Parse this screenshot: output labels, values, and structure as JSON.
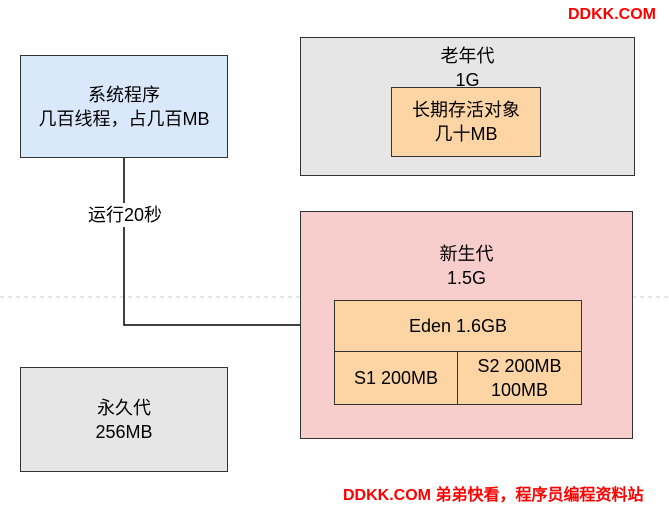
{
  "watermark": {
    "top": "DDKK.COM",
    "bottom": "DDKK.COM 弟弟快看，程序员编程资料站"
  },
  "system_box": {
    "line1": "系统程序",
    "line2": "几百线程，占几百MB"
  },
  "edge_label": "运行20秒",
  "old_gen": {
    "title": "老年代",
    "size": "1G",
    "inner": {
      "line1": "长期存活对象",
      "line2": "几十MB"
    }
  },
  "young_gen": {
    "title": "新生代",
    "size": "1.5G",
    "eden": "Eden 1.6GB",
    "s1": "S1 200MB",
    "s2": {
      "line1": "S2 200MB",
      "line2": "100MB"
    }
  },
  "perm_gen": {
    "title": "永久代",
    "size": "256MB"
  },
  "colors": {
    "blue_fill": "#dae8fc",
    "gray_fill": "#e6e6e6",
    "pink_fill": "#f8cecc",
    "orange_fill": "#fdd5a4",
    "watermark": "#ff0000"
  }
}
